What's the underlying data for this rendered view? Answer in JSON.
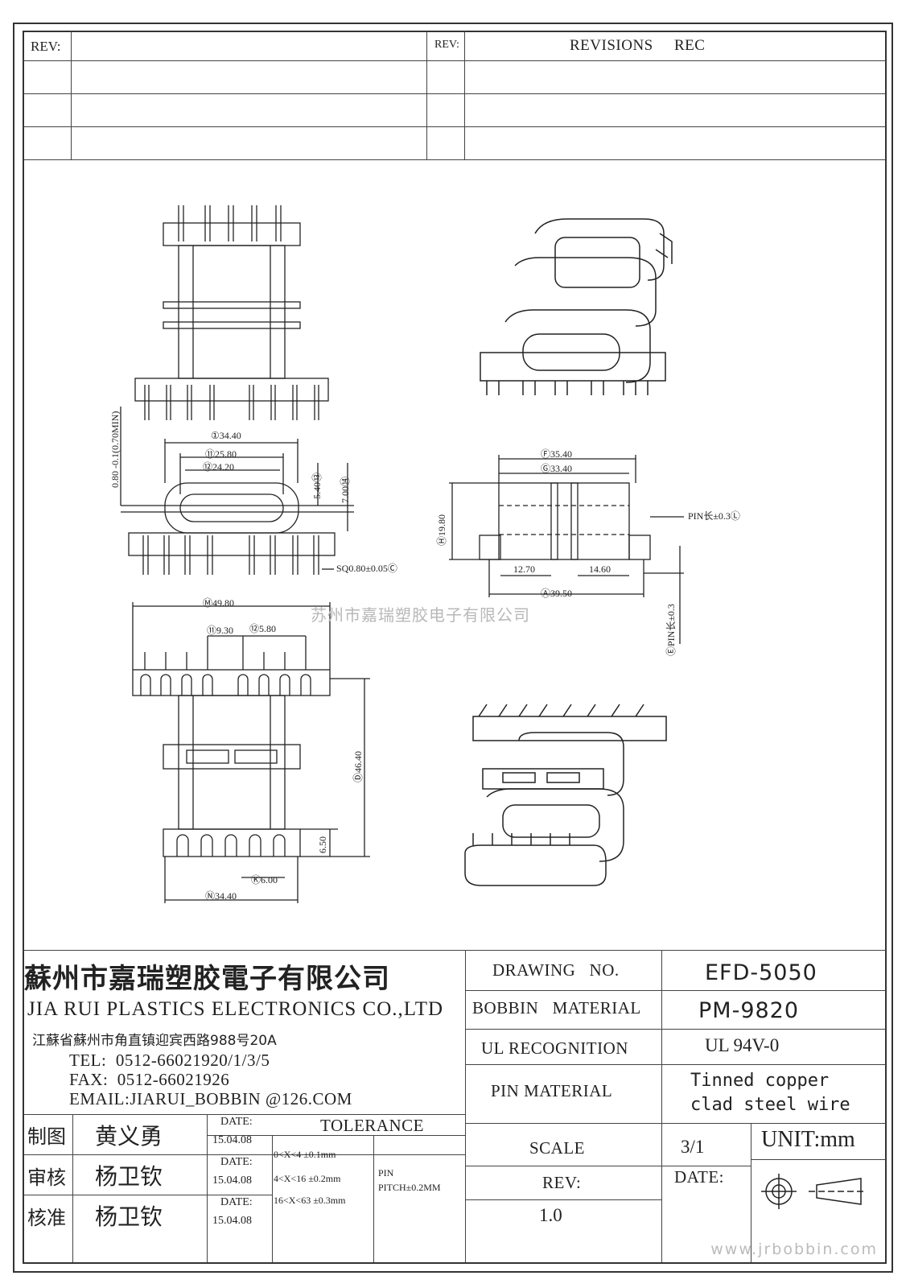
{
  "revisions": {
    "rev_label_left": "REV:",
    "rev_label_right": "REV:",
    "title": "REVISIONS     REC"
  },
  "watermark_text": "苏州市嘉瑞塑胶电子有限公司",
  "website": "www.jrbobbin.com",
  "dimensions": {
    "top_view": {
      "d_34_40": "①34.40",
      "d_25_80": "⑪25.80",
      "d_24_20": "⑫24.20",
      "d_5_40": "5.40⑬",
      "d_7_00": "7.00⑭",
      "d_thick": "0.80 -0.1(0.70MIN)",
      "sq": "SQ0.80±0.05Ⓒ"
    },
    "side_view": {
      "d_35_40": "Ⓕ35.40",
      "d_33_40": "Ⓖ33.40",
      "d_19_80": "Ⓗ19.80",
      "d_12_70": "12.70",
      "d_14_60": "14.60",
      "d_39_50": "Ⓐ39.50",
      "pin_len_h": "PIN长±0.3Ⓛ",
      "pin_len_v": "ⒺPIN长±0.3"
    },
    "bottom_view": {
      "d_49_80": "Ⓜ49.80",
      "d_9_30": "⑪9.30",
      "d_5_80": "⑫5.80",
      "d_46_40": "Ⓓ46.40",
      "d_6_50": "6.50",
      "d_6_00": "Ⓚ6.00",
      "d_34_40b": "Ⓝ34.40"
    }
  },
  "title_block": {
    "company_cn": "蘇州市嘉瑞塑胶電子有限公司",
    "company_en": "JIA RUI PLASTICS ELECTRONICS CO.,LTD",
    "address": "江蘇省蘇州市角直镇迎宾西路988号20A",
    "tel": "TEL:  0512-66021920/1/3/5",
    "fax": "FAX:  0512-66021926",
    "email": "EMAIL:JIARUI_BOBBIN @126.COM",
    "drawing_no_label": "DRAWING   NO.",
    "drawing_no": "EFD-5050",
    "bobbin_material_label": "BOBBIN   MATERIAL",
    "bobbin_material": "PM-9820",
    "ul_label": "UL RECOGNITION",
    "ul_value": "UL 94V-0",
    "pin_material_label": "PIN MATERIAL",
    "pin_material_1": "Tinned copper",
    "pin_material_2": "clad steel wire",
    "scale_label": "SCALE",
    "scale_value": "3/1",
    "unit": "UNIT:mm",
    "rev_label": "REV:",
    "rev_value": "1.0",
    "date_label": "DATE:",
    "tolerance_label": "TOLERANCE",
    "tol_1": "0<X<4  ±0.1mm",
    "tol_2": "4<X<16 ±0.2mm",
    "tol_3": "16<X<63 ±0.3mm",
    "pin_pitch_1": "PIN",
    "pin_pitch_2": "PITCH±0.2MM",
    "roles": [
      {
        "role": "制图",
        "name": "黄义勇",
        "date_label": "DATE:",
        "date": "15.04.08"
      },
      {
        "role": "审核",
        "name": "杨卫钦",
        "date_label": "DATE:",
        "date": "15.04.08"
      },
      {
        "role": "核准",
        "name": "杨卫钦",
        "date_label": "DATE:",
        "date": "15.04.08"
      }
    ]
  }
}
